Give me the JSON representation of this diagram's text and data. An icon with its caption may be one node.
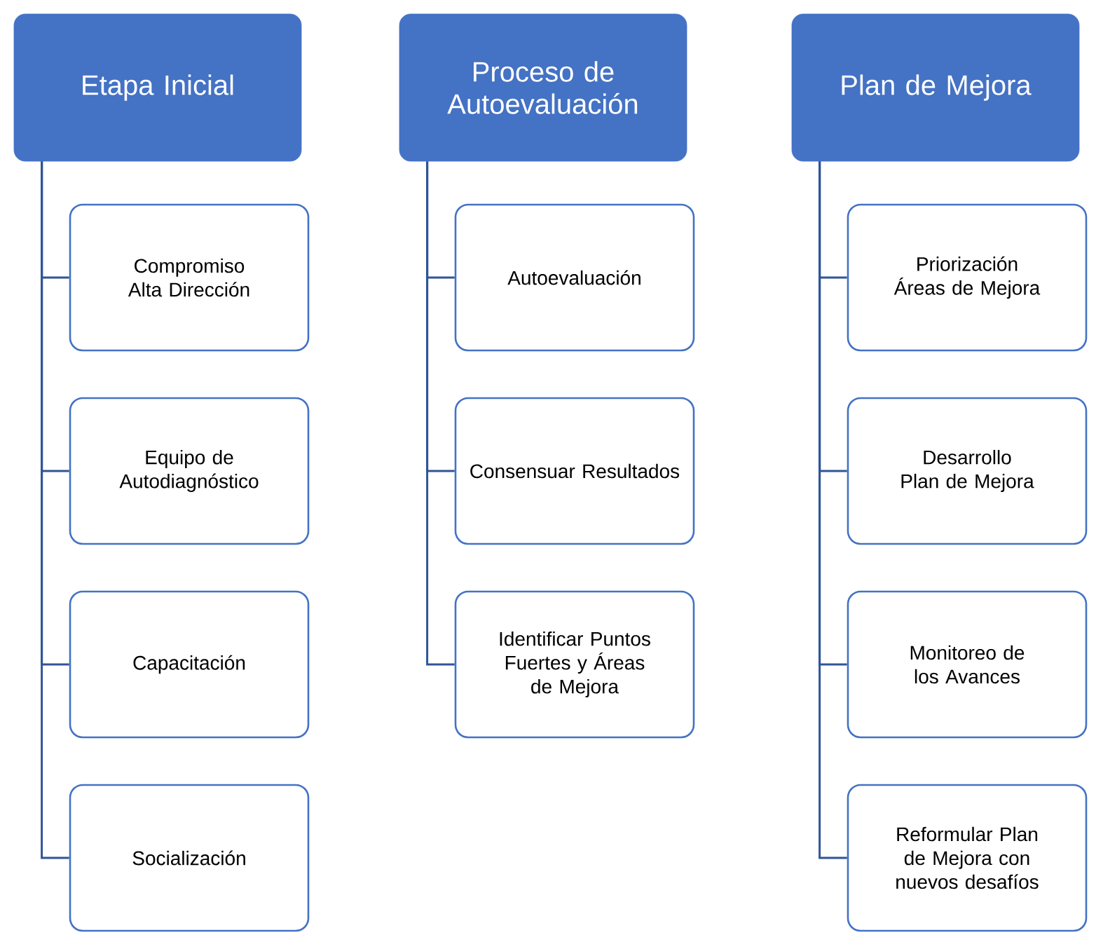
{
  "diagram": {
    "nodes": [
      {
        "text": [
          "Etapa Inicial"
        ]
      },
      {
        "text": [
          "Compromiso Alta Dirección"
        ]
      },
      {
        "text": [
          "Equipo de Autodiagnóstico"
        ]
      },
      {
        "text": [
          "Capacitación"
        ]
      },
      {
        "text": [
          "Socialización"
        ]
      },
      {
        "text": [
          "Proceso de Autoevaluación"
        ]
      },
      {
        "text": [
          "Autoevaluación"
        ]
      },
      {
        "text": [
          "Consensuar Resultados"
        ]
      },
      {
        "text": [
          "Identificar Puntos Fuertes y Áreas de Mejora"
        ]
      },
      {
        "text": [
          "Plan de Mejora"
        ]
      },
      {
        "text": [
          "Priorización Áreas de Mejora"
        ]
      },
      {
        "text": [
          "Desarrollo Plan de Mejora"
        ]
      },
      {
        "text": [
          "Monitoreo de los Avances"
        ]
      },
      {
        "text": [
          "Reformular Plan de Mejora con nuevos desafíos"
        ]
      }
    ],
    "edges": [
      {
        "from": 0,
        "to": 1,
        "arrow": "none"
      },
      {
        "from": 0,
        "to": 2,
        "arrow": "none"
      },
      {
        "from": 0,
        "to": 3,
        "arrow": "none"
      },
      {
        "from": 0,
        "to": 4,
        "arrow": "none"
      },
      {
        "from": 5,
        "to": 6,
        "arrow": "none"
      },
      {
        "from": 5,
        "to": 7,
        "arrow": "none"
      },
      {
        "from": 5,
        "to": 8,
        "arrow": "none"
      },
      {
        "from": 9,
        "to": 10,
        "arrow": "none"
      },
      {
        "from": 9,
        "to": 11,
        "arrow": "none"
      },
      {
        "from": 9,
        "to": 12,
        "arrow": "none"
      },
      {
        "from": 9,
        "to": 13,
        "arrow": "none"
      }
    ]
  }
}
